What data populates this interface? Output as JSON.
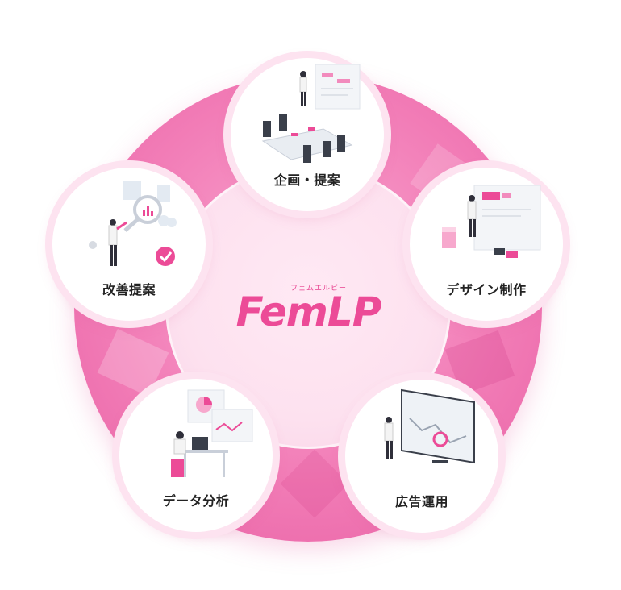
{
  "center": {
    "brand_ruby": "フェムエルピー",
    "brand": "FemLP"
  },
  "nodes": {
    "plan": {
      "label": "企画・提案",
      "illustration": "meeting-room-illustration"
    },
    "design": {
      "label": "デザイン制作",
      "illustration": "designer-board-illustration"
    },
    "ads": {
      "label": "広告運用",
      "illustration": "monitor-chart-illustration"
    },
    "data": {
      "label": "データ分析",
      "illustration": "analyst-desk-illustration"
    },
    "improve": {
      "label": "改善提案",
      "illustration": "magnifier-check-illustration"
    }
  },
  "colors": {
    "ring": "#f27db7",
    "accent": "#ec4b97",
    "node_border": "#fde3f0",
    "center": "#fde1ef",
    "label": "#222222"
  }
}
